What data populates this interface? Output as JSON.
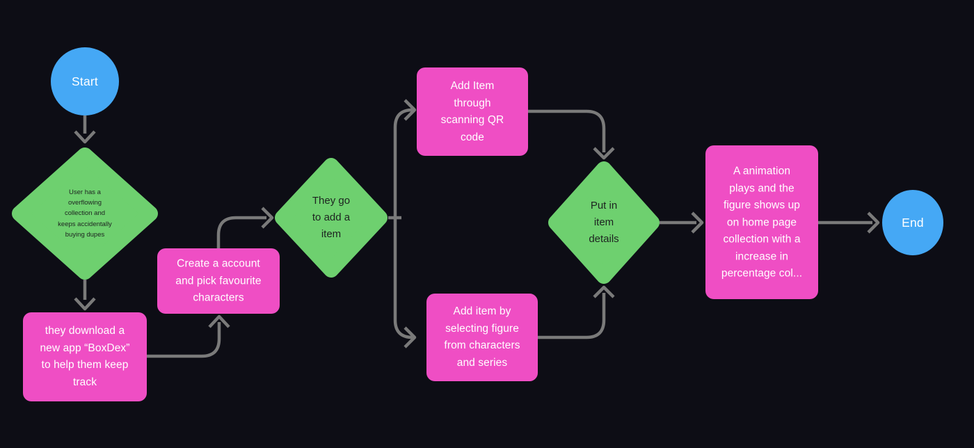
{
  "canvas": {
    "background": "#0d0d15",
    "connector_color": "#7a7a7a"
  },
  "colors": {
    "blue": "#45a8f5",
    "green": "#6ed06f",
    "pink": "#ef4ec4",
    "text_dark": "#1d2320",
    "text_light": "#ffffff"
  },
  "nodes": {
    "start": {
      "type": "terminator-circle",
      "label": "Start"
    },
    "problem": {
      "type": "decision-diamond",
      "label": "User has a\noverflowing\ncollection and\nkeeps accidentally\nbuying dupes"
    },
    "download": {
      "type": "process-rect",
      "label": "they download a\nnew app “BoxDex”\nto help them keep\ntrack"
    },
    "create_account": {
      "type": "process-rect",
      "label": "Create a account\nand pick favourite\ncharacters"
    },
    "go_add_item": {
      "type": "decision-diamond",
      "label": "They go\nto add a\nitem"
    },
    "scan_qr": {
      "type": "process-rect",
      "label": "Add Item\nthrough\nscanning QR\ncode"
    },
    "select_figure": {
      "type": "process-rect",
      "label": "Add item by\nselecting figure\nfrom characters\nand series"
    },
    "item_details": {
      "type": "decision-diamond",
      "label": "Put in\nitem\ndetails"
    },
    "animation": {
      "type": "process-rect",
      "label": "A animation\nplays and the\nfigure shows up\non home page\ncollection with a\nincrease in\npercentage col..."
    },
    "end": {
      "type": "terminator-circle",
      "label": "End"
    }
  }
}
